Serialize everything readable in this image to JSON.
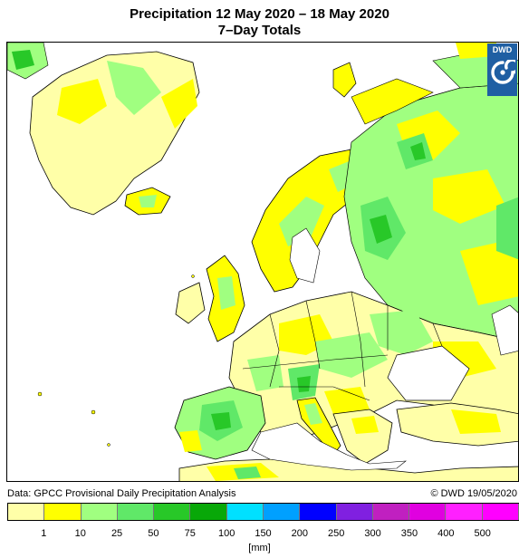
{
  "title": "Precipitation 12 May 2020 – 18 May 2020",
  "subtitle": "7–Day Totals",
  "credits": {
    "left": "Data: GPCC Provisional Daily Precipitation Analysis",
    "right": "© DWD 19/05/2020"
  },
  "logo": {
    "text": "DWD",
    "icon": "swirl-icon"
  },
  "legend": {
    "unit": "[mm]",
    "ticks": [
      "1",
      "10",
      "25",
      "50",
      "75",
      "100",
      "150",
      "200",
      "250",
      "300",
      "350",
      "400",
      "500"
    ],
    "colors": [
      "#ffffa8",
      "#ffff00",
      "#a0ff80",
      "#60e868",
      "#28c828",
      "#08a808",
      "#00e0ff",
      "#00a0ff",
      "#0000ff",
      "#8020e0",
      "#c020c0",
      "#e000e0",
      "#ff20ff",
      "#ff00ff"
    ]
  },
  "map_colors": {
    "ocean": "#ffffff",
    "land_dry": "#ffffa8",
    "land_yellow": "#ffff00",
    "light_green": "#a0ff80",
    "green": "#60e868",
    "dark_green": "#28c828",
    "border": "#000000"
  }
}
